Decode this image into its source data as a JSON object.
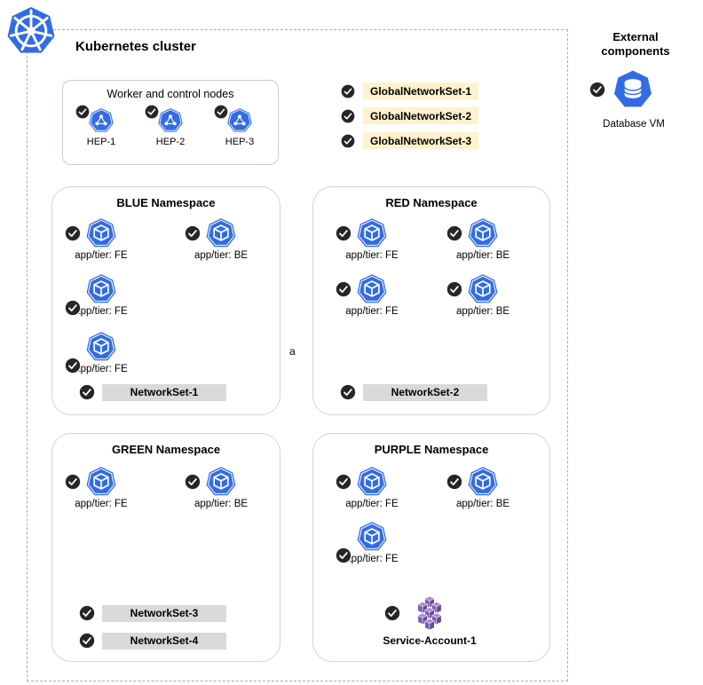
{
  "cluster": {
    "title": "Kubernetes cluster"
  },
  "worker_box": {
    "title": "Worker and control nodes",
    "nodes": [
      {
        "label": "HEP-1"
      },
      {
        "label": "HEP-2"
      },
      {
        "label": "HEP-3"
      }
    ]
  },
  "global_network_sets": [
    {
      "label": "GlobalNetworkSet-1"
    },
    {
      "label": "GlobalNetworkSet-2"
    },
    {
      "label": "GlobalNetworkSet-3"
    }
  ],
  "namespaces": {
    "blue": {
      "title": "BLUE Namespace",
      "pods": [
        {
          "label": "app/tier: FE"
        },
        {
          "label": "app/tier: BE"
        },
        {
          "label": "app/tier: FE"
        },
        {
          "label": "app/tier: FE"
        }
      ],
      "network_sets": [
        {
          "label": "NetworkSet-1"
        }
      ]
    },
    "red": {
      "title": "RED Namespace",
      "pods": [
        {
          "label": "app/tier: FE"
        },
        {
          "label": "app/tier: BE"
        },
        {
          "label": "app/tier: FE"
        },
        {
          "label": "app/tier: BE"
        }
      ],
      "network_sets": [
        {
          "label": "NetworkSet-2"
        }
      ]
    },
    "green": {
      "title": "GREEN Namespace",
      "pods": [
        {
          "label": "app/tier: FE"
        },
        {
          "label": "app/tier: BE"
        }
      ],
      "network_sets": [
        {
          "label": "NetworkSet-3"
        },
        {
          "label": "NetworkSet-4"
        }
      ]
    },
    "purple": {
      "title": "PURPLE Namespace",
      "pods": [
        {
          "label": "app/tier: FE"
        },
        {
          "label": "app/tier: BE"
        },
        {
          "label": "app/tier: FE"
        }
      ],
      "service_account": {
        "label": "Service-Account-1"
      }
    }
  },
  "annotation": {
    "label": "a"
  },
  "external": {
    "title": "External components",
    "database": {
      "label": "Database VM"
    }
  },
  "colors": {
    "kubernetes_blue": "#326CE5",
    "global_set_highlight": "#FFF2CC",
    "network_set_chip": "#D9D9D9",
    "check_badge": "#262626",
    "service_account_purple": "#7C5CAE"
  }
}
